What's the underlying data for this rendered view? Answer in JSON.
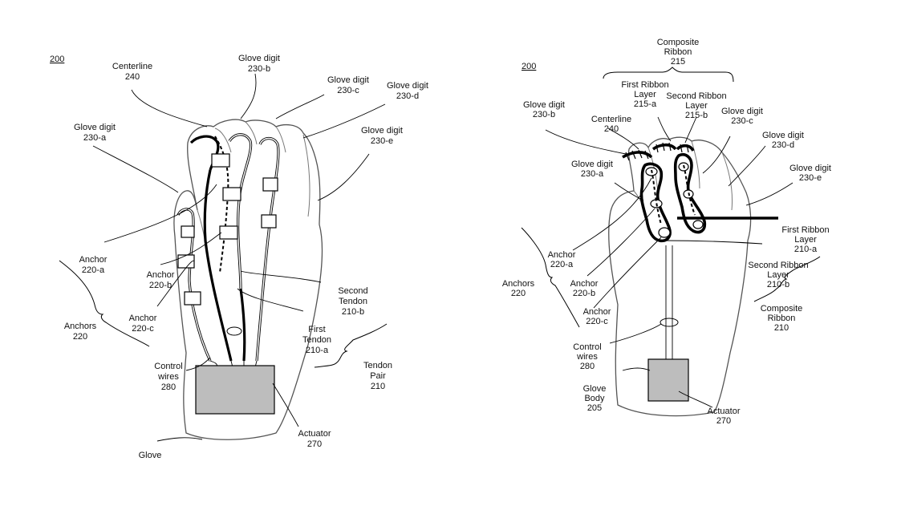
{
  "left_figure": {
    "ref": "200",
    "labels": {
      "centerline": [
        "Centerline",
        "240"
      ],
      "glove_digit_b": [
        "Glove digit",
        "230-b"
      ],
      "glove_digit_c": [
        "Glove digit",
        "230-c"
      ],
      "glove_digit_d": [
        "Glove digit",
        "230-d"
      ],
      "glove_digit_a": [
        "Glove digit",
        "230-a"
      ],
      "glove_digit_e": [
        "Glove digit",
        "230-e"
      ],
      "anchor_a": [
        "Anchor",
        "220-a"
      ],
      "anchor_b": [
        "Anchor",
        "220-b"
      ],
      "anchor_c": [
        "Anchor",
        "220-c"
      ],
      "anchors": [
        "Anchors",
        "220"
      ],
      "second_tendon": [
        "Second",
        "Tendon",
        "210-b"
      ],
      "first_tendon": [
        "First",
        "Tendon",
        "210-a"
      ],
      "tendon_pair": [
        "Tendon",
        "Pair",
        "210"
      ],
      "control_wires": [
        "Control",
        "wires",
        "280"
      ],
      "actuator": [
        "Actuator",
        "270"
      ],
      "glove": [
        "Glove"
      ]
    }
  },
  "right_figure": {
    "ref": "200",
    "labels": {
      "composite_ribbon_top": [
        "Composite",
        "Ribbon",
        "215"
      ],
      "first_ribbon_layer_top": [
        "First Ribbon",
        "Layer",
        "215-a"
      ],
      "second_ribbon_layer_top": [
        "Second Ribbon",
        "Layer",
        "215-b"
      ],
      "glove_digit_b": [
        "Glove digit",
        "230-b"
      ],
      "centerline": [
        "Centerline",
        "240"
      ],
      "glove_digit_c": [
        "Glove digit",
        "230-c"
      ],
      "glove_digit_d": [
        "Glove digit",
        "230-d"
      ],
      "glove_digit_a": [
        "Glove digit",
        "230-a"
      ],
      "glove_digit_e": [
        "Glove digit",
        "230-e"
      ],
      "first_ribbon_layer_side": [
        "First Ribbon",
        "Layer",
        "210-a"
      ],
      "second_ribbon_layer_side": [
        "Second Ribbon",
        "Layer",
        "210-b"
      ],
      "composite_ribbon_side": [
        "Composite",
        "Ribbon",
        "210"
      ],
      "anchor_a": [
        "Anchor",
        "220-a"
      ],
      "anchor_b": [
        "Anchor",
        "220-b"
      ],
      "anchor_c": [
        "Anchor",
        "220-c"
      ],
      "anchors": [
        "Anchors",
        "220"
      ],
      "control_wires": [
        "Control",
        "wires",
        "280"
      ],
      "glove_body": [
        "Glove",
        "Body",
        "205"
      ],
      "actuator": [
        "Actuator",
        "270"
      ]
    }
  }
}
